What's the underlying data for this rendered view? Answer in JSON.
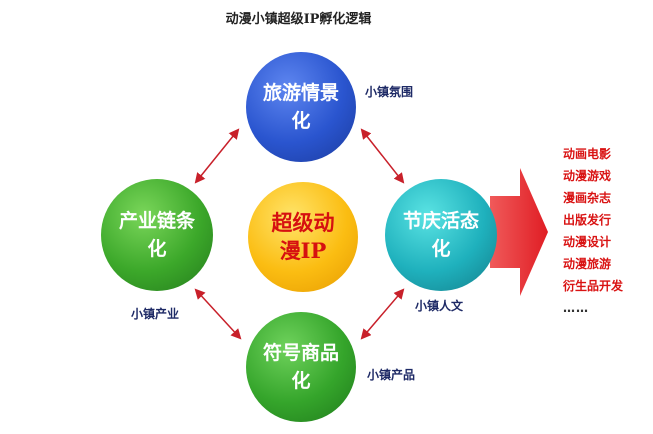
{
  "title": "动漫小镇超级IP孵化逻辑",
  "nodes": {
    "top": "旅游情景化",
    "left": "产业链条化",
    "right": "节庆活态化",
    "bottom": "符号商品化",
    "center": "超级动漫IP"
  },
  "labels": {
    "top_right": "小镇氛围",
    "bottom_left": "小镇产业",
    "right_bottom": "小镇人文",
    "bottom_right": "小镇产品"
  },
  "outputs": [
    "动画电影",
    "动漫游戏",
    "漫画杂志",
    "出版发行",
    "动漫设计",
    "动漫旅游",
    "衍生品开发",
    "……"
  ],
  "colors": {
    "arrow": "#c8202a",
    "big_arrow": "#e8323a",
    "output_text": "#d91313",
    "label_text": "#1e2a66"
  }
}
